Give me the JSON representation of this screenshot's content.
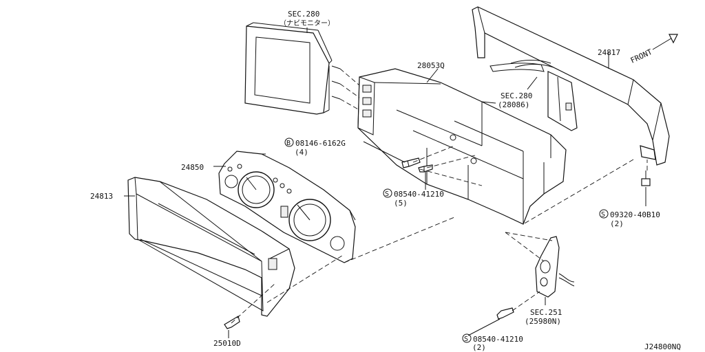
{
  "diagram_id": "J24800NQ",
  "front_label": "FRONT",
  "callouts": {
    "monitor_sec": "SEC.280",
    "monitor_name": "（ナビモニター）",
    "bracket": "28053Q",
    "finisher": "24817",
    "harness_sec": "SEC.280",
    "harness_part": "(28086)",
    "bolt_b_part": "08146-6162G",
    "bolt_b_qty": "(4)",
    "bolt_b_symbol": "B",
    "meter": "24850",
    "cover": "24813",
    "screw_a_part": "08540-41210",
    "screw_a_qty": "(5)",
    "screw_a_symbol": "S",
    "screw_c_part": "09320-40B10",
    "screw_c_qty": "(2)",
    "screw_c_symbol": "S",
    "switch_sec": "SEC.251",
    "switch_part": "(25980N)",
    "screw_d_part": "08540-41210",
    "screw_d_qty": "(2)",
    "screw_d_symbol": "S",
    "clip": "25010D"
  }
}
